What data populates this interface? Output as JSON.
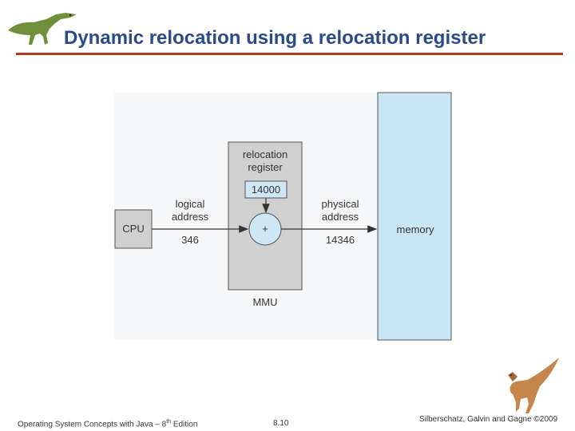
{
  "slide": {
    "title": "Dynamic relocation using a relocation register",
    "footer_left": "Operating System Concepts with Java – 8",
    "footer_left_sup": "th",
    "footer_left_tail": " Edition",
    "page_number": "8.10",
    "footer_right": "Silberschatz, Galvin and Gagne ©2009"
  },
  "diagram": {
    "cpu_label": "CPU",
    "logical_label_1": "logical",
    "logical_label_2": "address",
    "logical_value": "346",
    "relocation_label_1": "relocation",
    "relocation_label_2": "register",
    "relocation_value": "14000",
    "adder_symbol": "+",
    "physical_label_1": "physical",
    "physical_label_2": "address",
    "physical_value": "14346",
    "mmu_label": "MMU",
    "memory_label": "memory"
  },
  "colors": {
    "title": "#2a4a8c",
    "title_rule": "#b23a1f",
    "box_fill": "#d0d0d0",
    "memory_fill": "#c8e6f5",
    "register_fill": "#cfe8f7"
  },
  "icons": {
    "top_left": "dinosaur-icon",
    "bottom_right": "dinosaur-icon"
  }
}
